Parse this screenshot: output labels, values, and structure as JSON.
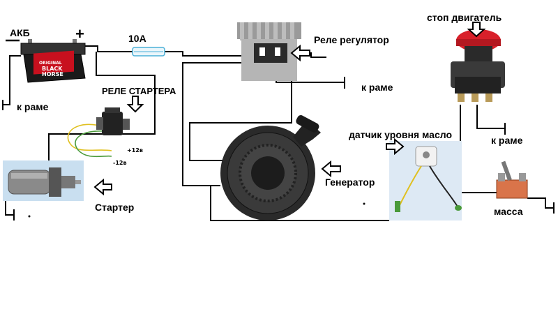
{
  "labels": {
    "battery": "АКБ",
    "plus": "+",
    "fuse": "10А",
    "frame_battery": "к раме",
    "starter_relay": "РЕЛЕ СТАРТЕРА",
    "plus12": "+12в",
    "minus12": "-12в",
    "starter": "Стартер",
    "regulator": "Реле регулятор",
    "frame_regulator": "к раме",
    "generator": "Генератор",
    "oil_sensor": "датчик уровня масло",
    "stop": "стоп двигатель",
    "frame_stop": "к раме",
    "ground": "масса"
  },
  "battery_sticker": {
    "line1": "ORIGINAL",
    "line2": "BLACK",
    "line3": "HORSE"
  },
  "colors": {
    "wire": "#000000",
    "stop_button": "#d8202a",
    "battery_body": "#1a1a1a",
    "battery_label": "#c8101e",
    "toggle_base": "#d9744a",
    "sensor_panel": "#dde9f4",
    "wire_yellow": "#e0c020",
    "wire_green": "#4a9a3a"
  }
}
